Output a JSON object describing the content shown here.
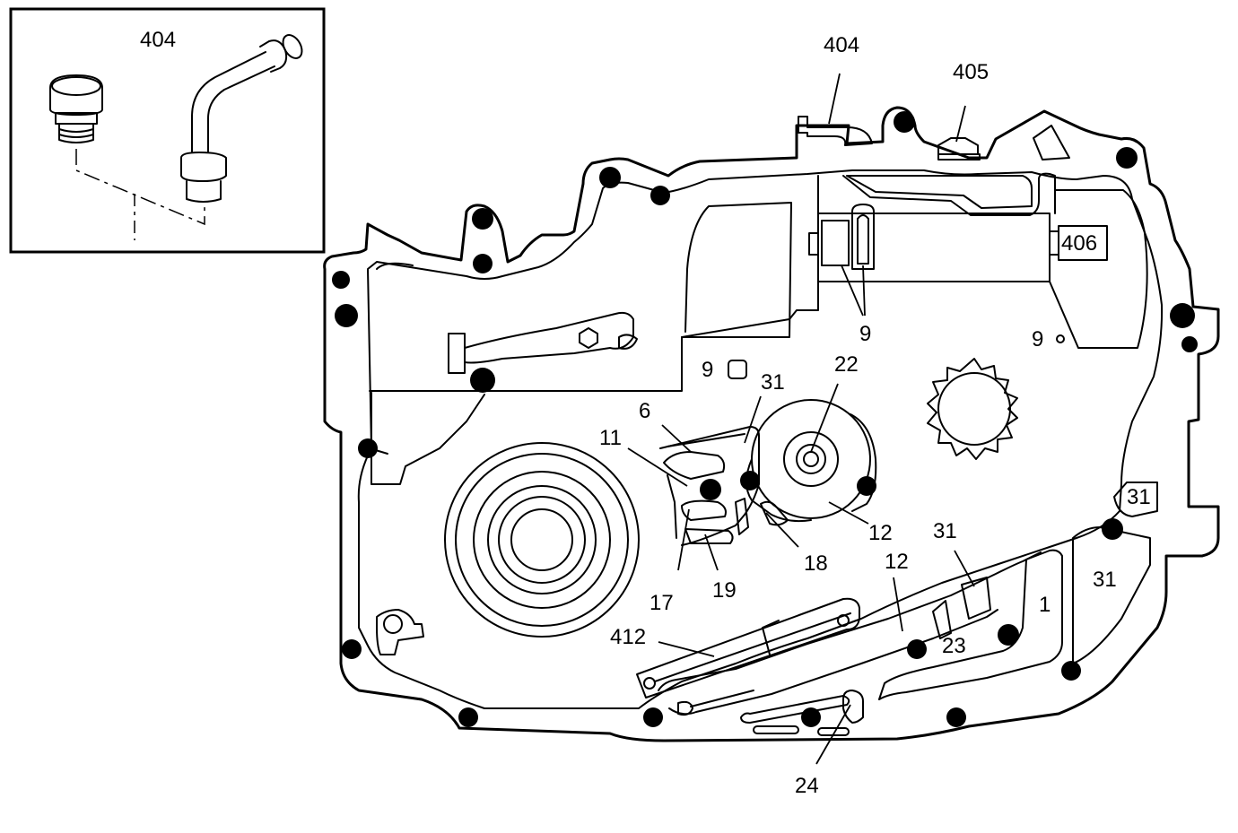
{
  "inset": {
    "label": "404"
  },
  "callouts": {
    "c404": "404",
    "c405": "405",
    "c406": "406",
    "c9a": "9",
    "c9b": "9",
    "c9c": "9",
    "c22": "22",
    "c31a": "31",
    "c6": "6",
    "c11": "11",
    "c12a": "12",
    "c12b": "12",
    "c18": "18",
    "c17": "17",
    "c19": "19",
    "c31b": "31",
    "c31c": "31",
    "c31d": "31",
    "c1": "1",
    "c23": "23",
    "c412": "412",
    "c24": "24"
  }
}
